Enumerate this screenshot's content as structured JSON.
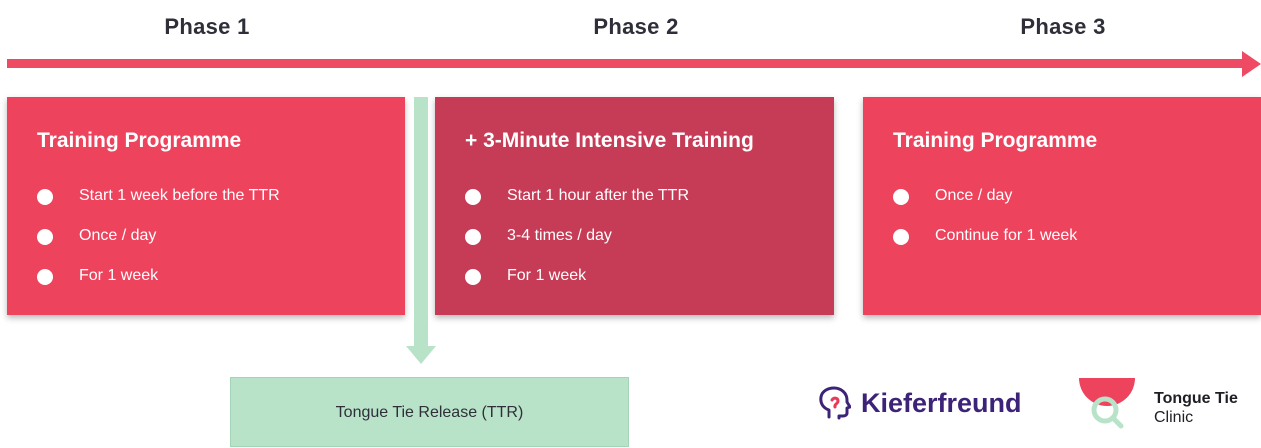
{
  "phases": [
    {
      "label": "Phase 1"
    },
    {
      "label": "Phase 2"
    },
    {
      "label": "Phase 3"
    }
  ],
  "cards": [
    {
      "title": "Training Programme",
      "items": [
        "Start 1 week before the TTR",
        "Once / day",
        "For 1 week"
      ],
      "color": "#ee435d"
    },
    {
      "title": "+ 3-Minute Intensive Training",
      "items": [
        "Start 1 hour after the TTR",
        "3-4 times / day",
        "For 1 week"
      ],
      "color": "#c63c56"
    },
    {
      "title": "Training Programme",
      "items": [
        "Once / day",
        "Continue for 1 week"
      ],
      "color": "#ee435d"
    }
  ],
  "release": {
    "label": "Tongue Tie Release (TTR)",
    "color": "#b9e3c9"
  },
  "brands": {
    "kieferfreund": {
      "part1": "Kiefer",
      "part2": "freund",
      "icon": "head-profile-icon"
    },
    "tongue_tie_clinic": {
      "line1": "Tongue Tie",
      "line2": "Clinic",
      "icon": "magnifier-mouth-icon"
    }
  },
  "colors": {
    "timeline": "#ee4a63",
    "accent_dark": "#3d2378"
  }
}
